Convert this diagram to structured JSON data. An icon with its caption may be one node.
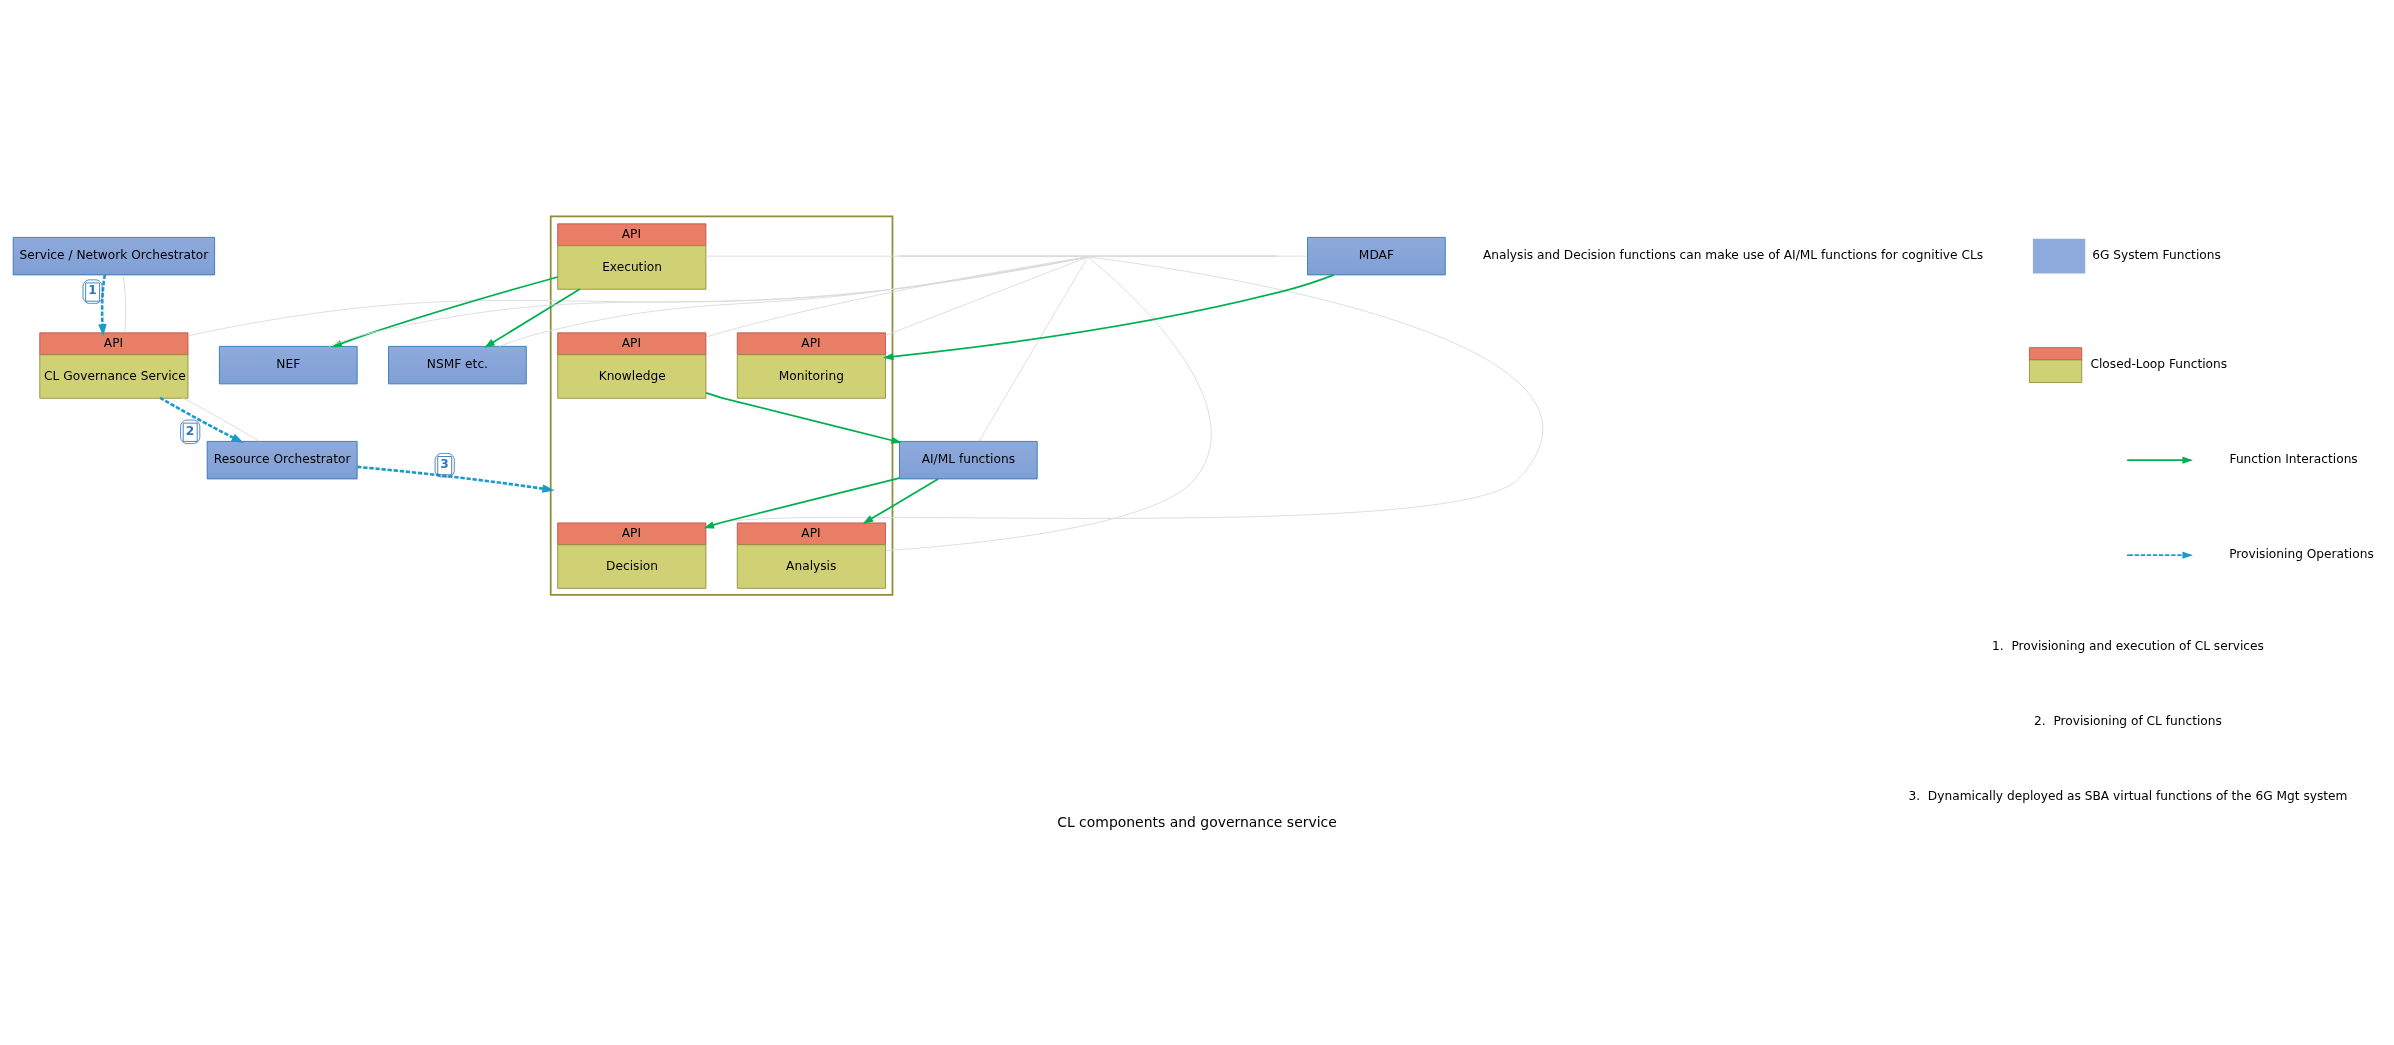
{
  "diagram": {
    "caption": "CL components and governance service",
    "nodes": [
      {
        "text": [
          "Service / Network Orchestrator"
        ]
      },
      {
        "text": [
          "API",
          "CL Governance Service"
        ]
      },
      {
        "text": [],
        "shape": "box"
      },
      {
        "text": [
          "API",
          "Analysis"
        ],
        "in": 2
      },
      {
        "text": [
          "API",
          "Decision"
        ],
        "in": 2
      },
      {
        "text": [
          "API",
          "Monitoring"
        ],
        "in": 2
      },
      {
        "text": [
          "API",
          "Execution"
        ],
        "in": 2
      },
      {
        "text": [
          "API",
          "Knowledge"
        ],
        "in": 2
      },
      {
        "text": [
          "AI/ML functions"
        ]
      },
      {
        "text": [
          "NEF"
        ]
      },
      {
        "text": [
          "NSMF etc."
        ]
      },
      {
        "text": [
          "MDAF"
        ]
      },
      {
        "text": [
          "Resource Orchestrator"
        ]
      },
      {
        "text": [],
        "shape": "bar"
      }
    ],
    "edges": [
      {
        "from": 8,
        "to": 3,
        "arrow": "to",
        "color": "#00b050"
      },
      {
        "from": 8,
        "to": 4,
        "arrow": "to",
        "color": "#00b050"
      },
      {
        "from": 7,
        "to": 8,
        "arrow": "to",
        "color": "#00b050"
      },
      {
        "from": 6,
        "to": 9,
        "arrow": "to",
        "color": "#00b050"
      },
      {
        "from": 6,
        "to": 10,
        "arrow": "to",
        "color": "#00b050"
      },
      {
        "from": 11,
        "to": 5,
        "arrow": "to",
        "color": "#00b050"
      },
      {
        "from": 0,
        "to": 1,
        "arrow": "to",
        "label": "1",
        "style": "dashed",
        "color": "#1a9bc8"
      },
      {
        "from": 1,
        "to": 12,
        "arrow": "to",
        "label": "2",
        "style": "dashed",
        "color": "#1a9bc8"
      },
      {
        "from": 12,
        "to": 2,
        "arrow": "to",
        "label": "3",
        "style": "dashed",
        "color": "#1a9bc8"
      },
      {
        "from": 0,
        "to": 1,
        "arrow": "none",
        "color": "#d9d9d9"
      },
      {
        "from": 1,
        "to": 12,
        "arrow": "none",
        "color": "#d9d9d9"
      },
      {
        "from": 8,
        "to": 13,
        "arrow": "none",
        "color": "#d9d9d9"
      },
      {
        "from": 3,
        "to": 13,
        "arrow": "none",
        "color": "#d9d9d9"
      },
      {
        "from": 4,
        "to": 13,
        "arrow": "none",
        "color": "#d9d9d9"
      },
      {
        "from": 1,
        "to": 13,
        "arrow": "none",
        "color": "#d9d9d9"
      },
      {
        "from": 13,
        "to": 9,
        "arrow": "none",
        "color": "#d9d9d9"
      },
      {
        "from": 13,
        "to": 10,
        "arrow": "none",
        "color": "#d9d9d9"
      },
      {
        "from": 13,
        "to": 11,
        "arrow": "none",
        "color": "#d9d9d9"
      },
      {
        "from": 13,
        "to": 5,
        "arrow": "none",
        "color": "#d9d9d9"
      },
      {
        "from": 13,
        "to": 6,
        "arrow": "none",
        "color": "#d9d9d9"
      },
      {
        "from": 13,
        "to": 7,
        "arrow": "none",
        "color": "#d9d9d9"
      }
    ],
    "labels": [
      "Analysis and Decision functions can make use of AI/ML functions for cognitive CLs",
      "1.  Provisioning and execution of CL services",
      "2.  Provisioning of CL functions",
      "3.  Dynamically deployed as SBA virtual functions of the 6G Mgt system"
    ],
    "legend": [
      {
        "text": "6G System Functions",
        "color": "#8faadc"
      },
      {
        "text": "Closed-Loop Functions"
      },
      {
        "text": "Function Interactions"
      },
      {
        "text": "Provisioning Operations"
      }
    ]
  }
}
